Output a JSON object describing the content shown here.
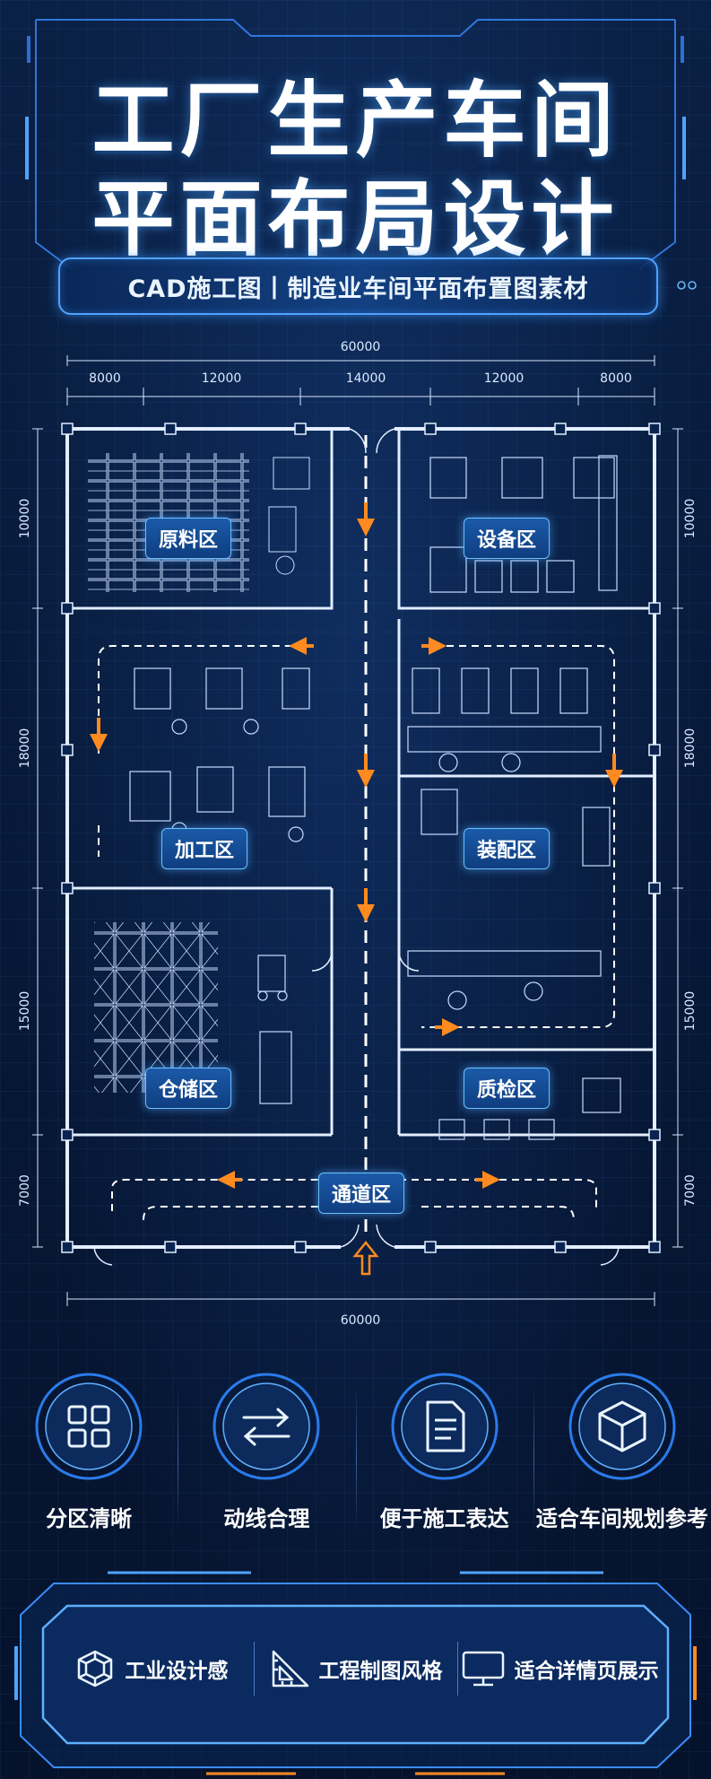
{
  "title": {
    "line1": "工厂生产车间",
    "line2": "平面布局设计",
    "subtitle": "CAD施工图丨制造业车间平面布置图素材"
  },
  "plan": {
    "overall_width": "60000",
    "top_segments": [
      "8000",
      "12000",
      "14000",
      "12000",
      "8000"
    ],
    "left_segments": [
      "10000",
      "18000",
      "15000",
      "7000"
    ],
    "right_segments": [
      "10000",
      "18000",
      "15000",
      "7000"
    ],
    "bottom_width": "60000",
    "zones": {
      "raw_material": "原料区",
      "equipment": "设备区",
      "processing": "加工区",
      "assembly": "装配区",
      "storage": "仓储区",
      "quality_check": "质检区",
      "passage": "通道区"
    }
  },
  "features": [
    {
      "label": "分区清晰",
      "icon": "grid-icon"
    },
    {
      "label": "动线合理",
      "icon": "arrows-icon"
    },
    {
      "label": "便于施工表达",
      "icon": "document-icon"
    },
    {
      "label": "适合车间规划参考",
      "icon": "cube-icon"
    }
  ],
  "bottom_bar": [
    {
      "label": "工业设计感",
      "icon": "wireframe-cube-icon"
    },
    {
      "label": "工程制图风格",
      "icon": "triangle-ruler-icon"
    },
    {
      "label": "适合详情页展示",
      "icon": "monitor-icon"
    }
  ],
  "colors": {
    "background": "#061530",
    "line": "#d6e6ff",
    "accent_blue": "#4fa3ff",
    "arrow_orange": "#ff8a1f"
  }
}
